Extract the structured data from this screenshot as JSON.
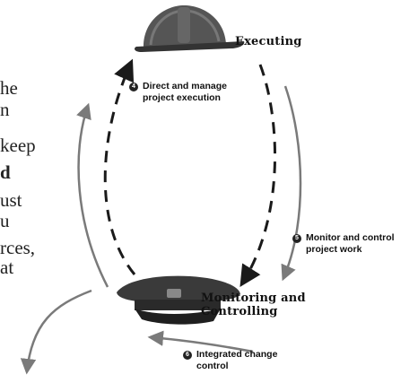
{
  "left_text": [
    {
      "text": "he",
      "bold": false
    },
    {
      "text": "n",
      "bold": false
    },
    {
      "text": " keep",
      "bold": false
    },
    {
      "text": "d",
      "bold": true
    },
    {
      "text": "ust",
      "bold": false
    },
    {
      "text": "u",
      "bold": false
    },
    {
      "text": "rces,",
      "bold": false
    },
    {
      "text": "at",
      "bold": false
    }
  ],
  "stages": {
    "executing": "Executing",
    "monitoring": "Monitoring and\nControlling"
  },
  "steps": [
    {
      "num": "4",
      "label": "Direct and manage\nproject execution"
    },
    {
      "num": "5",
      "label": "Monitor and control\nproject work"
    },
    {
      "num": "6",
      "label": "Integrated change\ncontrol"
    }
  ],
  "colors": {
    "dash": "#1a1a1a",
    "arrow": "#7a7a7a",
    "hardhat": "#4d4d4d",
    "cap": "#2e2e2e"
  }
}
